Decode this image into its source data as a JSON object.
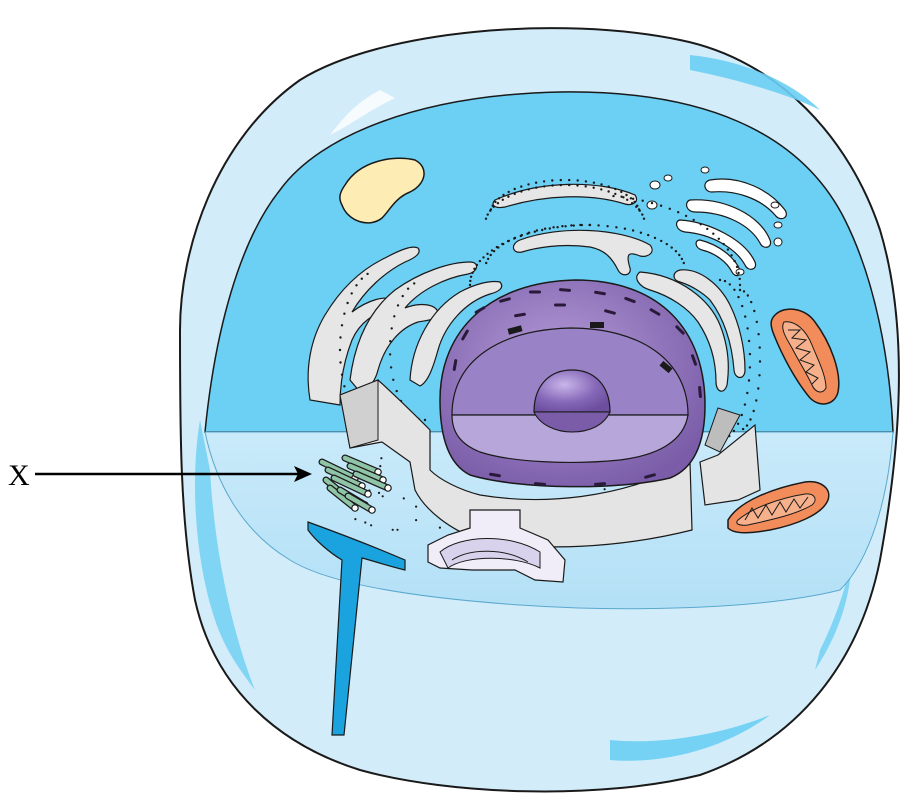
{
  "diagram": {
    "labels": [
      {
        "id": "X",
        "text": "X",
        "points_to": "centriole-bundle"
      }
    ],
    "colors": {
      "cell_outer": "#cfeaf8",
      "cell_inner": "#6ccff4",
      "cytoplasm_floor": "#bfe6f8",
      "nucleus": "#8a70b6",
      "nucleus_light": "#b09cd4",
      "nucleolus": "#7757a6",
      "er": "#e6e6e6",
      "mitochondria": "#f28d5b",
      "vacuole": "#fdecb4",
      "centriole": "#8fc4a6",
      "channel": "#1aa3de",
      "outline": "#1a1a1a"
    }
  }
}
